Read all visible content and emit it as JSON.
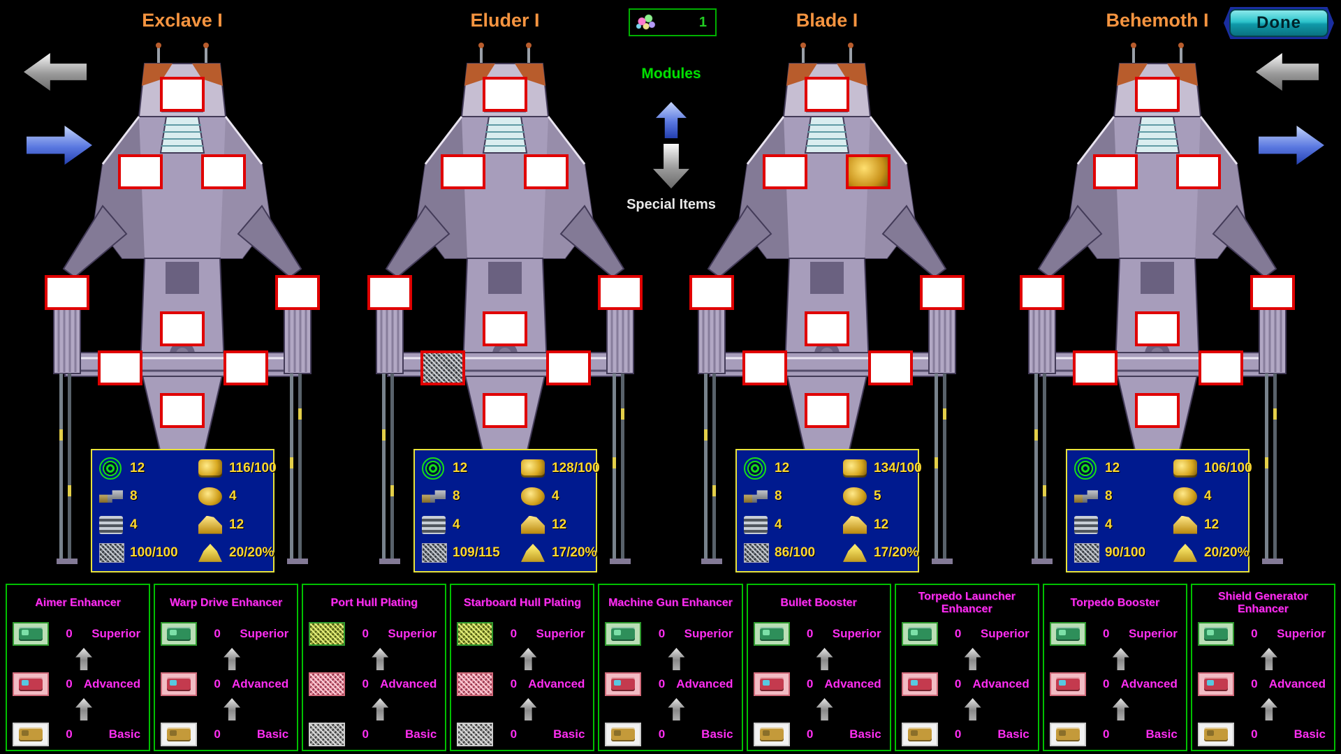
{
  "palette": {
    "slot_border_red": "#e00000",
    "panel_border_green": "#00c000",
    "stats_border_yellow": "#e8e23c",
    "stats_bg_blue": "#001a8f",
    "text_magenta": "#ff2ef2",
    "text_stat_yellow": "#ffd830",
    "ship_name_orange": "#f59440",
    "modules_green": "#00e000"
  },
  "header": {
    "item_counter": {
      "icon": "special-item-cluster",
      "count": "1"
    },
    "done_label": "Done",
    "modules_label": "Modules",
    "special_items_label": "Special Items"
  },
  "ships": [
    {
      "name": "Exclave I",
      "slot_fills": [
        "empty",
        "empty",
        "empty",
        "empty",
        "empty",
        "empty",
        "empty",
        "empty",
        "empty"
      ],
      "stats": [
        {
          "icon": "target",
          "value": "12"
        },
        {
          "icon": "engine",
          "value": "116/100"
        },
        {
          "icon": "gun",
          "value": "8"
        },
        {
          "icon": "nugget",
          "value": "4"
        },
        {
          "icon": "missiles",
          "value": "4"
        },
        {
          "icon": "goldpile",
          "value": "12"
        },
        {
          "icon": "mesh",
          "value": "100/100"
        },
        {
          "icon": "sand",
          "value": "20/20%"
        }
      ]
    },
    {
      "name": "Eluder I",
      "slot_fills": [
        "empty",
        "empty",
        "empty",
        "empty",
        "empty",
        "empty",
        "plating",
        "empty",
        "empty"
      ],
      "stats": [
        {
          "icon": "target",
          "value": "12"
        },
        {
          "icon": "engine",
          "value": "128/100"
        },
        {
          "icon": "gun",
          "value": "8"
        },
        {
          "icon": "nugget",
          "value": "4"
        },
        {
          "icon": "missiles",
          "value": "4"
        },
        {
          "icon": "goldpile",
          "value": "12"
        },
        {
          "icon": "mesh",
          "value": "109/115"
        },
        {
          "icon": "sand",
          "value": "17/20%"
        }
      ]
    },
    {
      "name": "Blade I",
      "slot_fills": [
        "empty",
        "empty",
        "module",
        "empty",
        "empty",
        "empty",
        "empty",
        "empty",
        "empty"
      ],
      "stats": [
        {
          "icon": "target",
          "value": "12"
        },
        {
          "icon": "engine",
          "value": "134/100"
        },
        {
          "icon": "gun",
          "value": "8"
        },
        {
          "icon": "nugget",
          "value": "5"
        },
        {
          "icon": "missiles",
          "value": "4"
        },
        {
          "icon": "goldpile",
          "value": "12"
        },
        {
          "icon": "mesh",
          "value": "86/100"
        },
        {
          "icon": "sand",
          "value": "17/20%"
        }
      ]
    },
    {
      "name": "Behemoth I",
      "slot_fills": [
        "empty",
        "empty",
        "empty",
        "empty",
        "empty",
        "empty",
        "empty",
        "empty",
        "empty"
      ],
      "stats": [
        {
          "icon": "target",
          "value": "12"
        },
        {
          "icon": "engine",
          "value": "106/100"
        },
        {
          "icon": "gun",
          "value": "8"
        },
        {
          "icon": "nugget",
          "value": "4"
        },
        {
          "icon": "missiles",
          "value": "4"
        },
        {
          "icon": "goldpile",
          "value": "12"
        },
        {
          "icon": "mesh",
          "value": "90/100"
        },
        {
          "icon": "sand",
          "value": "20/20%"
        }
      ]
    }
  ],
  "panels": [
    {
      "title": "Aimer Enhancer",
      "tiers": [
        {
          "icon": "machine-superior",
          "count": "0",
          "label": "Superior"
        },
        {
          "icon": "machine-advanced",
          "count": "0",
          "label": "Advanced"
        },
        {
          "icon": "machine-basic",
          "count": "0",
          "label": "Basic"
        }
      ]
    },
    {
      "title": "Warp Drive Enhancer",
      "tiers": [
        {
          "icon": "machine-superior",
          "count": "0",
          "label": "Superior"
        },
        {
          "icon": "machine-advanced",
          "count": "0",
          "label": "Advanced"
        },
        {
          "icon": "machine-basic",
          "count": "0",
          "label": "Basic"
        }
      ]
    },
    {
      "title": "Port Hull Plating",
      "tiers": [
        {
          "icon": "plate-superior",
          "count": "0",
          "label": "Superior"
        },
        {
          "icon": "plate-advanced",
          "count": "0",
          "label": "Advanced"
        },
        {
          "icon": "plate-basic",
          "count": "0",
          "label": "Basic"
        }
      ]
    },
    {
      "title": "Starboard Hull Plating",
      "tiers": [
        {
          "icon": "plate-superior",
          "count": "0",
          "label": "Superior"
        },
        {
          "icon": "plate-advanced",
          "count": "0",
          "label": "Advanced"
        },
        {
          "icon": "plate-basic",
          "count": "0",
          "label": "Basic"
        }
      ]
    },
    {
      "title": "Machine Gun Enhancer",
      "tiers": [
        {
          "icon": "machine-superior",
          "count": "0",
          "label": "Superior"
        },
        {
          "icon": "machine-advanced",
          "count": "0",
          "label": "Advanced"
        },
        {
          "icon": "machine-basic",
          "count": "0",
          "label": "Basic"
        }
      ]
    },
    {
      "title": "Bullet Booster",
      "tiers": [
        {
          "icon": "machine-superior",
          "count": "0",
          "label": "Superior"
        },
        {
          "icon": "machine-advanced",
          "count": "0",
          "label": "Advanced"
        },
        {
          "icon": "machine-basic",
          "count": "0",
          "label": "Basic"
        }
      ]
    },
    {
      "title": "Torpedo Launcher Enhancer",
      "tiers": [
        {
          "icon": "machine-superior",
          "count": "0",
          "label": "Superior"
        },
        {
          "icon": "machine-advanced",
          "count": "0",
          "label": "Advanced"
        },
        {
          "icon": "machine-basic",
          "count": "0",
          "label": "Basic"
        }
      ]
    },
    {
      "title": "Torpedo Booster",
      "tiers": [
        {
          "icon": "machine-superior",
          "count": "0",
          "label": "Superior"
        },
        {
          "icon": "machine-advanced",
          "count": "0",
          "label": "Advanced"
        },
        {
          "icon": "machine-basic",
          "count": "0",
          "label": "Basic"
        }
      ]
    },
    {
      "title": "Shield Generator Enhancer",
      "tiers": [
        {
          "icon": "machine-superior",
          "count": "0",
          "label": "Superior"
        },
        {
          "icon": "machine-advanced",
          "count": "0",
          "label": "Advanced"
        },
        {
          "icon": "machine-basic",
          "count": "0",
          "label": "Basic"
        }
      ]
    }
  ]
}
